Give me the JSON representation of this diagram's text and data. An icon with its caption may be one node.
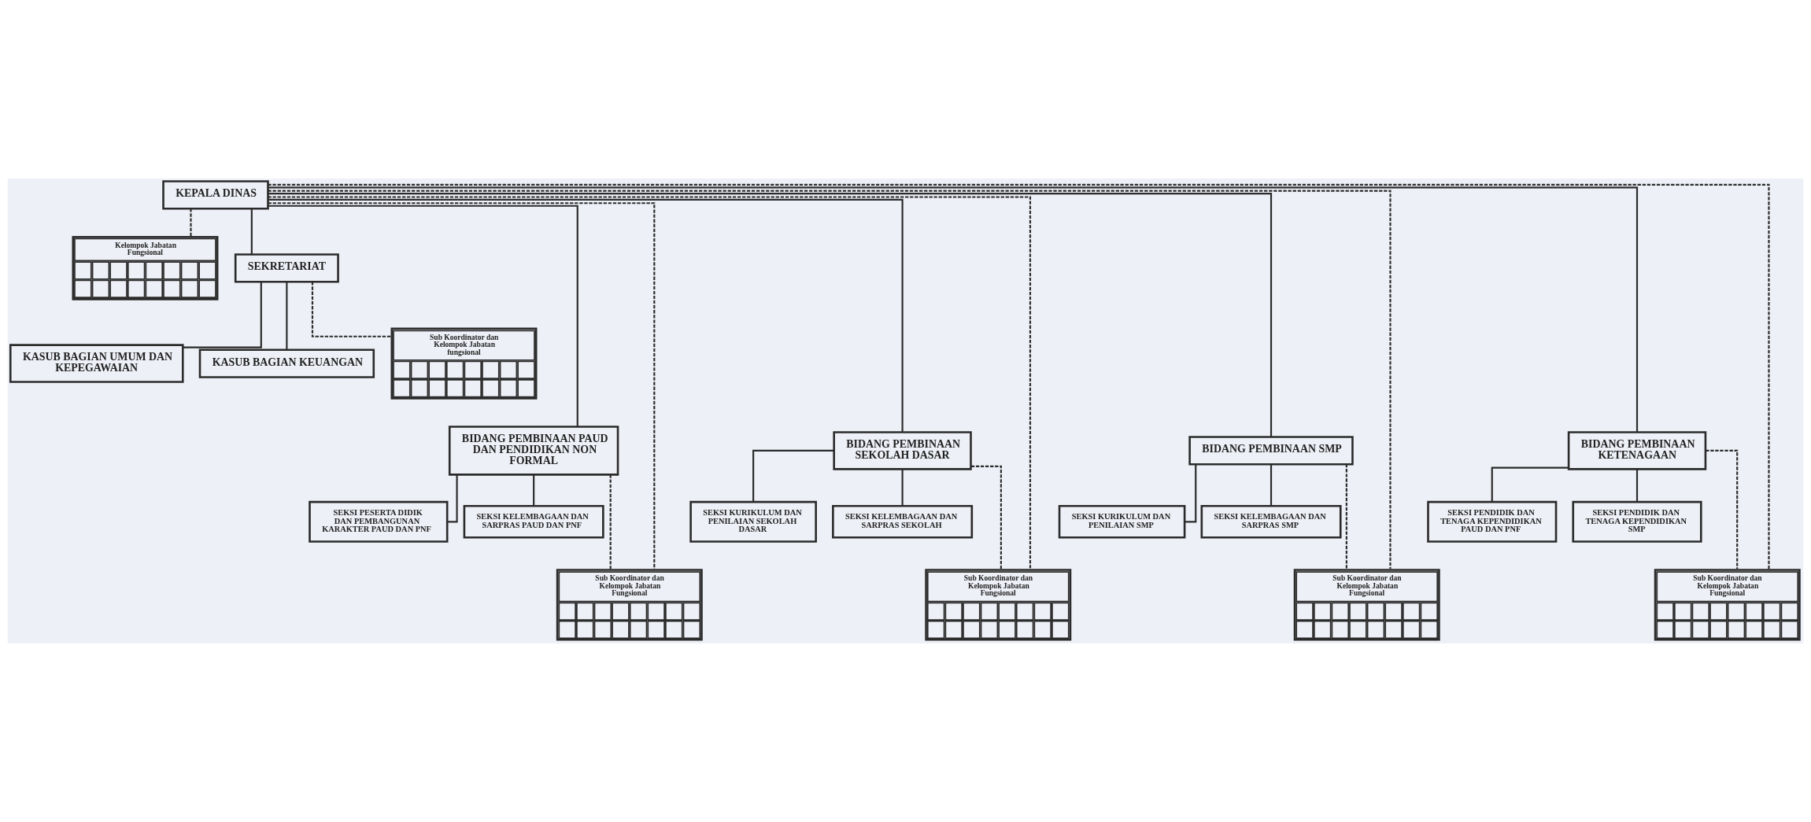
{
  "diagram": {
    "nodes": [
      {
        "text": [
          "KEPALA DINAS"
        ]
      },
      {
        "text": [
          "Kelompok Jabatan Fungsional"
        ]
      },
      {
        "text": [
          "SEKRETARIAT"
        ]
      },
      {
        "text": [
          "KASUB BAGIAN UMUM DAN KEPEGAWAIAN"
        ]
      },
      {
        "text": [
          "KASUB BAGIAN KEUANGAN"
        ]
      },
      {
        "text": [
          "Sub Koordinator dan Kelompok Jabatan fungsional"
        ]
      },
      {
        "text": [
          "BIDANG PEMBINAAN PAUD DAN PENDIDIKAN NON FORMAL"
        ]
      },
      {
        "text": [
          "BIDANG PEMBINAAN SEKOLAH DASAR"
        ]
      },
      {
        "text": [
          "BIDANG PEMBINAAN SMP"
        ]
      },
      {
        "text": [
          "BIDANG PEMBINAAN KETENAGAAN"
        ]
      },
      {
        "text": [
          "SEKSI PESERTA DIDIK DAN PEMBANGUNAN KARAKTER PAUD DAN PNF"
        ]
      },
      {
        "text": [
          "SEKSI KELEMBAGAAN DAN SARPRAS PAUD DAN PNF"
        ]
      },
      {
        "text": [
          "SEKSI KURIKULUM DAN PENILAIAN SEKOLAH DASAR"
        ]
      },
      {
        "text": [
          "SEKSI KELEMBAGAAN DAN SARPRAS SEKOLAH"
        ]
      },
      {
        "text": [
          "SEKSI KURIKULUM DAN PENILAIAN SMP"
        ]
      },
      {
        "text": [
          "SEKSI KELEMBAGAAN DAN SARPRAS SMP"
        ]
      },
      {
        "text": [
          "SEKSI PENDIDIK DAN TENAGA KEPENDIDIKAN PAUD DAN PNF"
        ]
      },
      {
        "text": [
          "SEKSI PENDIDIK DAN TENAGA KEPENDIDIKAN SMP"
        ]
      },
      {
        "text": [
          "Sub Koordinator dan Kelompok Jabatan Fungsional"
        ]
      },
      {
        "text": [
          "Sub Koordinator dan Kelompok Jabatan Fungsional"
        ]
      },
      {
        "text": [
          "Sub Koordinator dan Kelompok Jabatan Fungsional"
        ]
      },
      {
        "text": [
          "Sub Koordinator dan Kelompok Jabatan Fungsional"
        ]
      }
    ],
    "edges": [
      {
        "from": 0,
        "to": 1,
        "arrow": "none",
        "style": "dashed"
      },
      {
        "from": 0,
        "to": 2,
        "arrow": "none"
      },
      {
        "from": 2,
        "to": 3,
        "arrow": "none"
      },
      {
        "from": 2,
        "to": 4,
        "arrow": "none"
      },
      {
        "from": 2,
        "to": 5,
        "arrow": "none",
        "style": "dashed"
      },
      {
        "from": 0,
        "to": 6,
        "arrow": "none"
      },
      {
        "from": 0,
        "to": 7,
        "arrow": "none"
      },
      {
        "from": 0,
        "to": 8,
        "arrow": "none"
      },
      {
        "from": 0,
        "to": 9,
        "arrow": "none"
      },
      {
        "from": 6,
        "to": 10,
        "arrow": "none"
      },
      {
        "from": 6,
        "to": 11,
        "arrow": "none"
      },
      {
        "from": 7,
        "to": 12,
        "arrow": "none"
      },
      {
        "from": 7,
        "to": 13,
        "arrow": "none"
      },
      {
        "from": 8,
        "to": 14,
        "arrow": "none"
      },
      {
        "from": 8,
        "to": 15,
        "arrow": "none"
      },
      {
        "from": 9,
        "to": 16,
        "arrow": "none"
      },
      {
        "from": 9,
        "to": 17,
        "arrow": "none"
      },
      {
        "from": 6,
        "to": 18,
        "arrow": "none",
        "style": "dashed"
      },
      {
        "from": 7,
        "to": 19,
        "arrow": "none",
        "style": "dashed"
      },
      {
        "from": 8,
        "to": 20,
        "arrow": "none",
        "style": "dashed"
      },
      {
        "from": 9,
        "to": 21,
        "arrow": "none",
        "style": "dashed"
      },
      {
        "from": 0,
        "to": 18,
        "arrow": "none",
        "style": "dashed"
      },
      {
        "from": 0,
        "to": 19,
        "arrow": "none",
        "style": "dashed"
      },
      {
        "from": 0,
        "to": 20,
        "arrow": "none",
        "style": "dashed"
      },
      {
        "from": 0,
        "to": 21,
        "arrow": "none",
        "style": "dashed"
      }
    ]
  }
}
